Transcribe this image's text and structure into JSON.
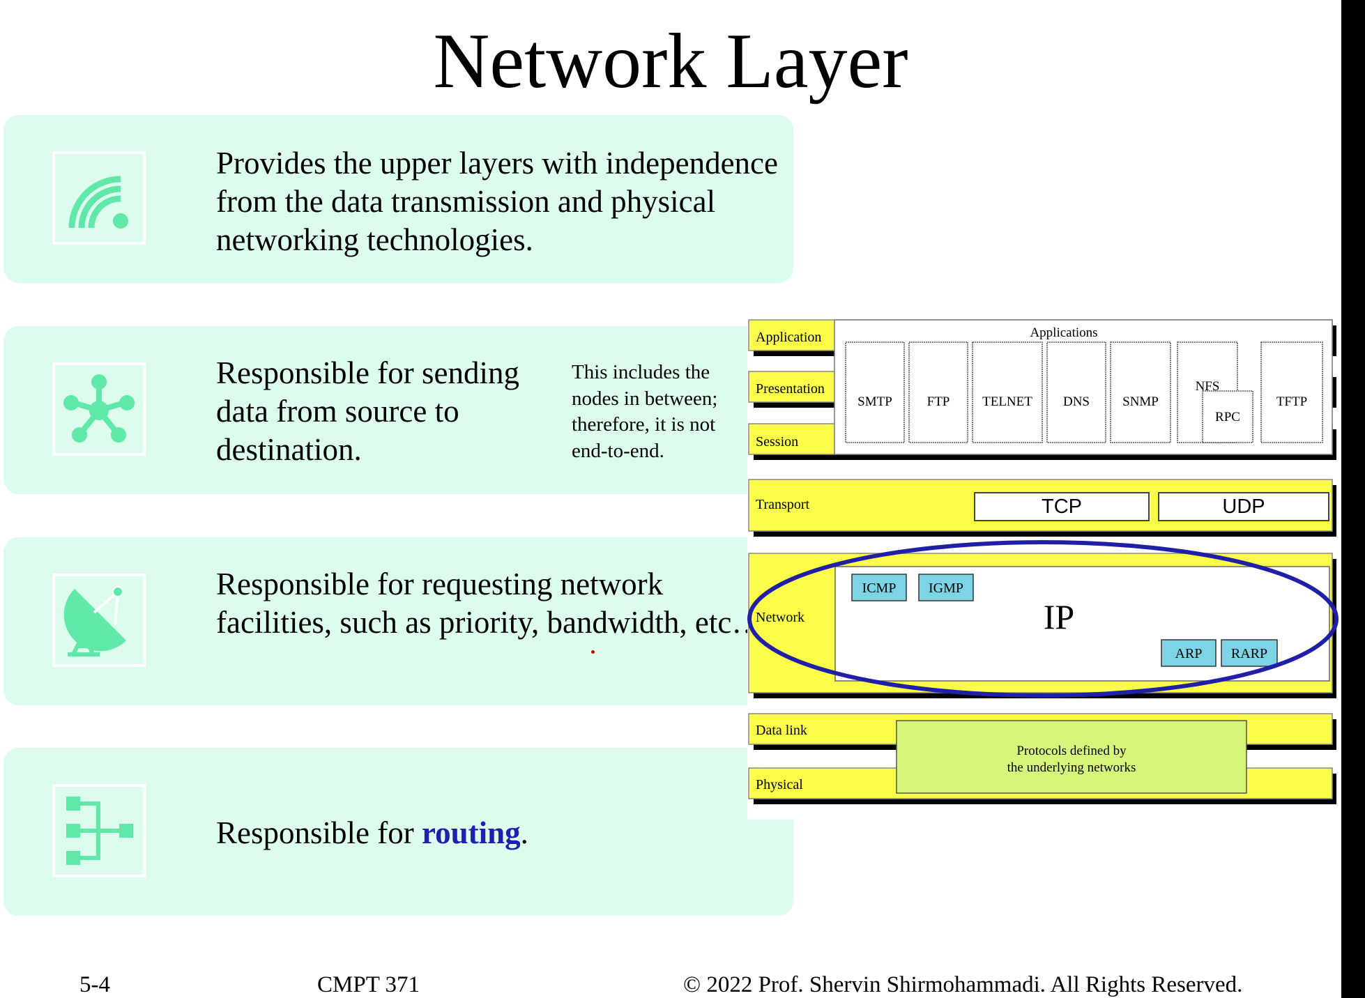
{
  "slide": {
    "title": "Network Layer",
    "accent_color": "#5fe8a8",
    "card_color": "#dcfcee"
  },
  "cards": [
    {
      "icon": "wifi-icon",
      "text": "Provides the upper layers with independence from the data transmission and physical networking technologies."
    },
    {
      "icon": "network-hub-icon",
      "text": "Responsible for sending data from source to destination.",
      "note": "This includes the nodes in between; therefore, it is not end-to-end."
    },
    {
      "icon": "satellite-dish-icon",
      "text": "Responsible for requesting network facilities, such as priority, bandwidth, etc…"
    },
    {
      "icon": "hierarchy-icon",
      "text_before": "Responsible for ",
      "text_emphasis": "routing",
      "text_after": "."
    }
  ],
  "diagram": {
    "layers": [
      "Application",
      "Presentation",
      "Session",
      "Transport",
      "Network",
      "Data link",
      "Physical"
    ],
    "applications_label": "Applications",
    "app_protocols": [
      "SMTP",
      "FTP",
      "TELNET",
      "DNS",
      "SNMP",
      "NFS",
      "RPC",
      "TFTP"
    ],
    "transport_protocols": [
      "TCP",
      "UDP"
    ],
    "network_protocols": {
      "main": "IP",
      "upper": [
        "ICMP",
        "IGMP"
      ],
      "lower": [
        "ARP",
        "RARP"
      ]
    },
    "underlying_text_line1": "Protocols defined by",
    "underlying_text_line2": "the underlying networks",
    "colors": {
      "layer_fill": "#fbfb4a",
      "protocol_fill": "#7cd4e4",
      "underlying_fill": "#d6f57a",
      "highlight": "#1f1fa8"
    }
  },
  "footer": {
    "slide_number": "5-4",
    "course": "CMPT 371",
    "copyright": "© 2022 Prof. Shervin Shirmohammadi. All Rights Reserved."
  }
}
